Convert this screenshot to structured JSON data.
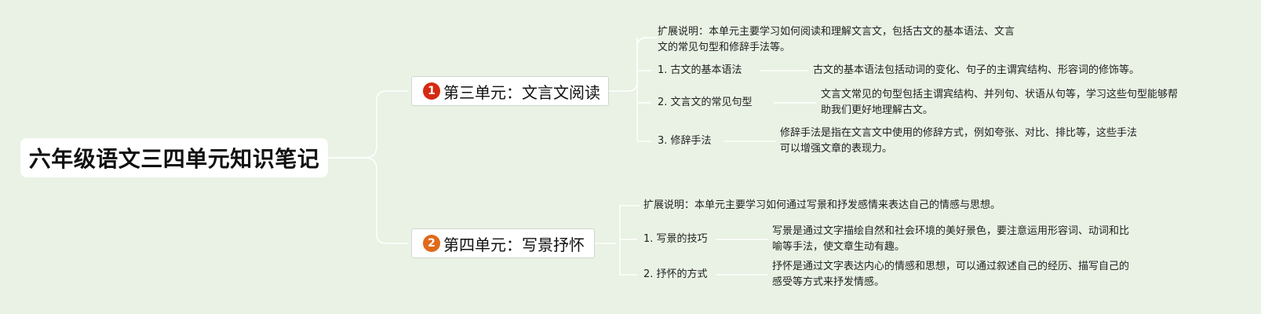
{
  "root": {
    "title": "六年级语文三四单元知识笔记"
  },
  "colors": {
    "background": "#e9f2e4",
    "unit1_badge": "#d52a12",
    "unit2_badge": "#e06a1b",
    "line": "#ffffff"
  },
  "unit3": {
    "badge": "1",
    "title": "第三单元：文言文阅读",
    "note_line1": "扩展说明：本单元主要学习如何阅读和理解文言文，包括古文的基本语法、文言",
    "note_line2": "文的常见句型和修辞手法等。",
    "items": [
      {
        "label": "1. 古文的基本语法",
        "desc_line1": "古文的基本语法包括动词的变化、句子的主谓宾结构、形容词的修饰等。",
        "desc_line2": ""
      },
      {
        "label": "2. 文言文的常见句型",
        "desc_line1": "文言文常见的句型包括主谓宾结构、并列句、状语从句等，学习这些句型能够帮",
        "desc_line2": "助我们更好地理解古文。"
      },
      {
        "label": "3. 修辞手法",
        "desc_line1": "修辞手法是指在文言文中使用的修辞方式，例如夸张、对比、排比等，这些手法",
        "desc_line2": "可以增强文章的表现力。"
      }
    ]
  },
  "unit4": {
    "badge": "2",
    "title": "第四单元：写景抒怀",
    "note_line1": "扩展说明：本单元主要学习如何通过写景和抒发感情来表达自己的情感与思想。",
    "items": [
      {
        "label": "1. 写景的技巧",
        "desc_line1": "写景是通过文字描绘自然和社会环境的美好景色，要注意运用形容词、动词和比",
        "desc_line2": "喻等手法，使文章生动有趣。"
      },
      {
        "label": "2. 抒怀的方式",
        "desc_line1": "抒怀是通过文字表达内心的情感和思想，可以通过叙述自己的经历、描写自己的",
        "desc_line2": "感受等方式来抒发情感。"
      }
    ]
  }
}
